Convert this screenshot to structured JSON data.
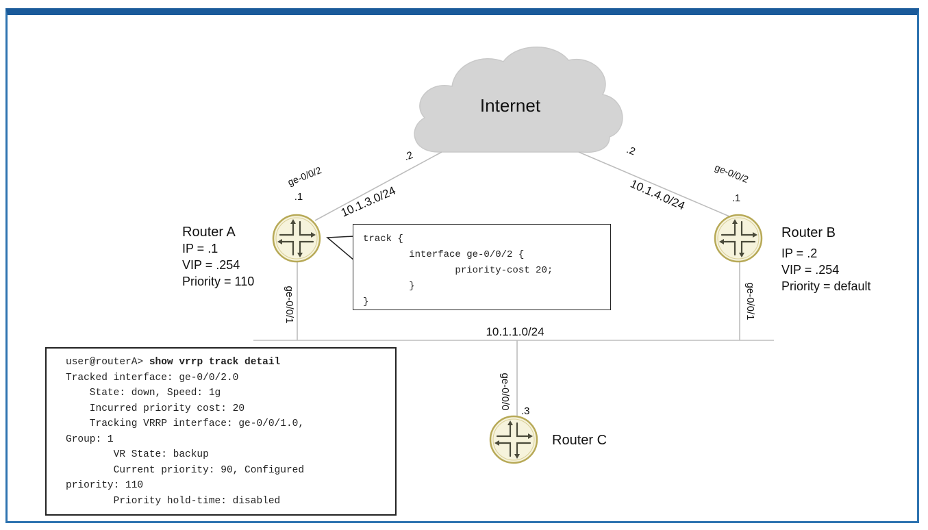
{
  "cloud": {
    "label": "Internet"
  },
  "links": {
    "lan_subnet": "10.1.1.0/24",
    "a_internet_subnet": "10.1.3.0/24",
    "b_internet_subnet": "10.1.4.0/24",
    "a_internet_isp_host": ".2",
    "b_internet_isp_host": ".2"
  },
  "router_a": {
    "name": "Router A",
    "ip": "IP = .1",
    "vip": "VIP = .254",
    "priority": "Priority = 110",
    "uplink_if": "ge-0/0/2",
    "uplink_host": ".1",
    "lan_if": "ge-0/0/1"
  },
  "router_b": {
    "name": "Router B",
    "ip": "IP = .2",
    "vip": "VIP = .254",
    "priority": "Priority = default",
    "uplink_if": "ge-0/0/2",
    "uplink_host": ".1",
    "lan_if": "ge-0/0/1"
  },
  "router_c": {
    "name": "Router C",
    "lan_if": "ge-0/0/0",
    "host": ".3"
  },
  "config_callout": {
    "lines": [
      "track {",
      "        interface ge-0/0/2 {",
      "                priority-cost 20;",
      "        }",
      "}"
    ]
  },
  "terminal": {
    "prompt": "user@routerA> ",
    "command": "show vrrp track detail",
    "lines": [
      "Tracked interface: ge-0/0/2.0",
      "    State: down, Speed: 1g",
      "    Incurred priority cost: 20",
      "    Tracking VRRP interface: ge-0/0/1.0,",
      "Group: 1",
      "        VR State: backup",
      "        Current priority: 90, Configured",
      "priority: 110",
      "        Priority hold-time: disabled"
    ]
  },
  "colors": {
    "frame": "#2e73b0",
    "cloud_fill": "#d4d4d4",
    "router_fill": "#f6f3dc",
    "router_ring": "#b7a957",
    "link_line": "#bdbdbd"
  }
}
